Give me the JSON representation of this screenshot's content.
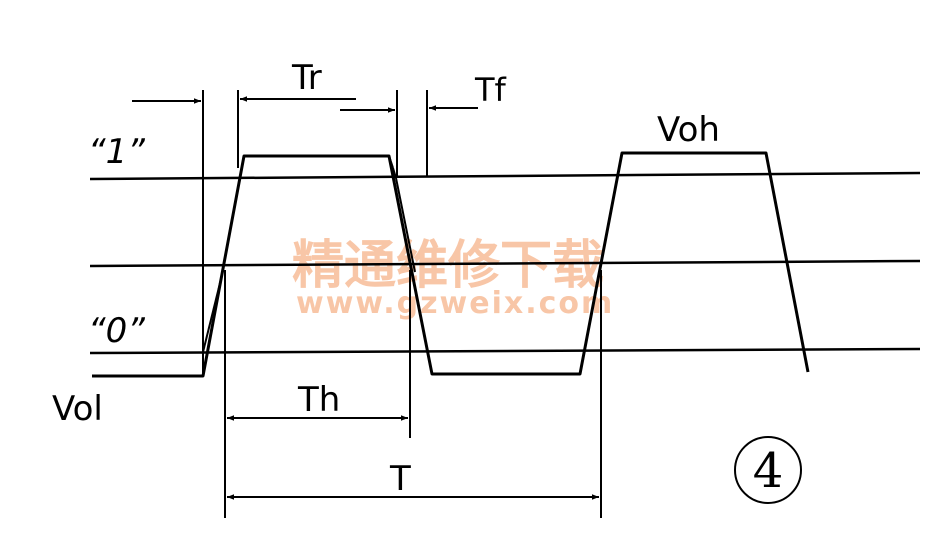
{
  "labels": {
    "tr": "Tr",
    "tf": "Tf",
    "level_1": "“1”",
    "level_0": "“0”",
    "voh": "Voh",
    "vol": "Vol",
    "th": "Th",
    "t": "T",
    "figure_number": "4"
  },
  "watermark": {
    "line1": "精通维修下载",
    "line2": "www.gzweix.com"
  },
  "colors": {
    "line": "#000000",
    "watermark": "#f6b48a",
    "background": "#ffffff"
  }
}
